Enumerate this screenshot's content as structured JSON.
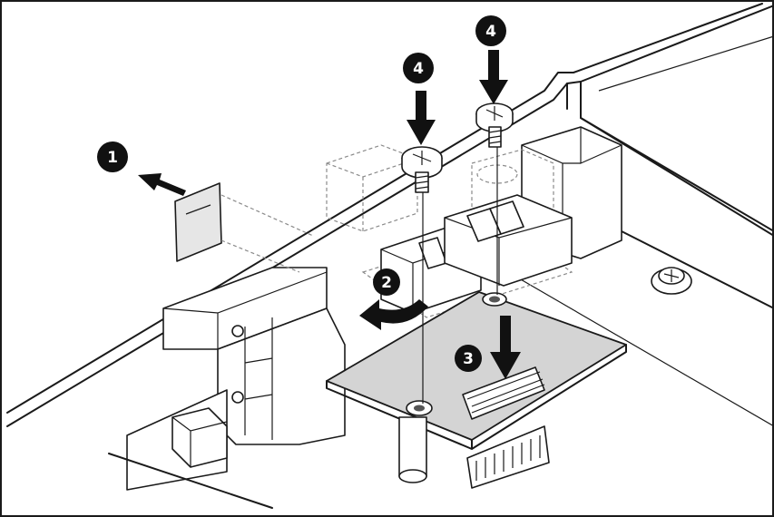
{
  "steps": {
    "step1": "1",
    "step2": "2",
    "step3": "3",
    "step4a": "4",
    "step4b": "4"
  },
  "colors": {
    "line": "#1a1a1a",
    "callout": "#111111",
    "pcb": "#d4d4d4",
    "ghost": "#8a8a8a"
  },
  "icons": [
    "screw-icon",
    "arrow-icon",
    "callout-badge-icon"
  ]
}
